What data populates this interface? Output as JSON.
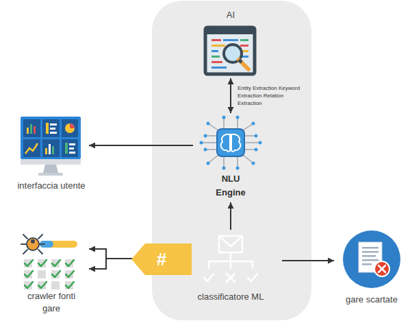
{
  "diagram": {
    "nodes": [
      {
        "text": [
          "AI"
        ]
      },
      {
        "text": [
          "NLU Engine"
        ]
      },
      {
        "text": [
          "interfaccia utente"
        ]
      },
      {
        "text": [
          "crawler fonti gare"
        ]
      },
      {
        "text": [
          "classificatore ML"
        ]
      },
      {
        "text": [
          "gare scartate"
        ]
      }
    ],
    "edges": [
      {
        "from": 1,
        "to": 0,
        "arrow": "both",
        "label": "Entity Extraction Keyword Extraction Relation Extraction"
      },
      {
        "from": 1,
        "to": 2,
        "arrow": "to"
      },
      {
        "from": 4,
        "to": 1,
        "arrow": "to"
      },
      {
        "from": 4,
        "to": 3,
        "arrow": "to"
      },
      {
        "from": 4,
        "to": 5,
        "arrow": "to"
      }
    ],
    "labels": [
      "#"
    ]
  }
}
